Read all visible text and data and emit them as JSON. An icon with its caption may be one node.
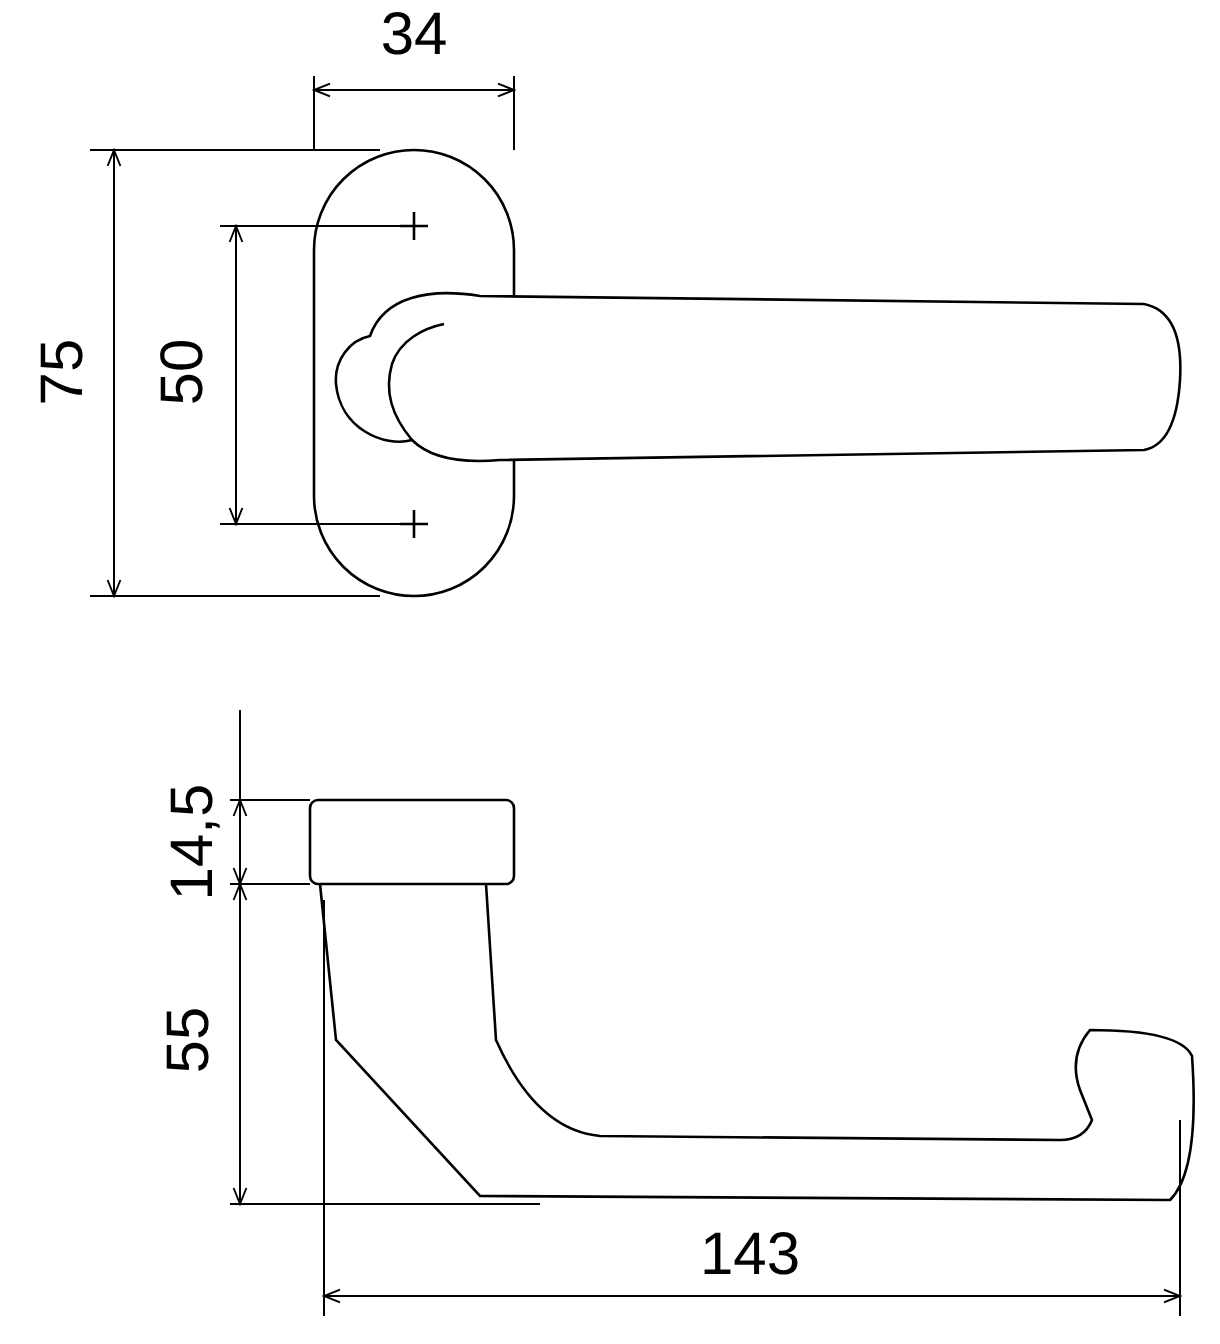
{
  "diagram": {
    "labels": [
      "34",
      "75",
      "50",
      "14,5",
      "55",
      "143"
    ]
  }
}
